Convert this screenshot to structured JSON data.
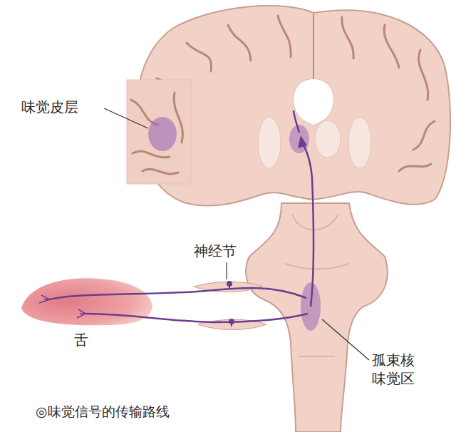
{
  "diagram": {
    "caption": "◎味觉信号的传输路线",
    "labels": [
      "味觉皮层",
      "神经节",
      "舌",
      "孤束核 味觉区"
    ]
  }
}
